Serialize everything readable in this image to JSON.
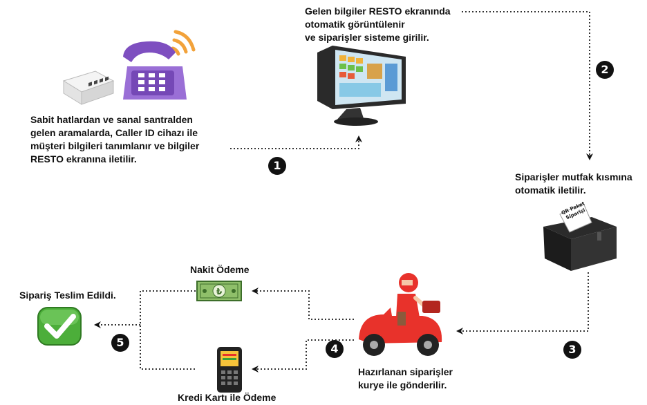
{
  "steps": {
    "caller": "Sabit hatlardan ve sanal santralden\ngelen aramalarda, Caller ID cihazı ile\nmüşteri bilgileri tanımlanır ve bilgiler\nRESTO ekranına iletilir.",
    "resto": "Gelen bilgiler RESTO ekranında\notomatik görüntülenir\nve siparişler sisteme girilir.",
    "kitchen": "Siparişler mutfak kısmına\notomatik iletilir.",
    "courier": "Hazırlanan siparişler\nkurye ile gönderilir.",
    "cash": "Nakit Ödeme",
    "card": "Kredi Kartı ile Ödeme",
    "delivered": "Sipariş Teslim Edildi."
  },
  "numbers": [
    "1",
    "2",
    "3",
    "4",
    "5"
  ],
  "printer_ticket": "QR Paket\nSiparişi",
  "icons": [
    "router-icon",
    "phone-icon",
    "pos-monitor-icon",
    "receipt-printer-icon",
    "scooter-courier-icon",
    "banknote-icon",
    "card-terminal-icon",
    "checkmark-icon"
  ],
  "colors": {
    "text": "#111111",
    "badge": "#111111",
    "check": "#3aa13a",
    "scooter": "#e8322b",
    "phone": "#8b5cc6",
    "signal": "#f2a23a"
  }
}
